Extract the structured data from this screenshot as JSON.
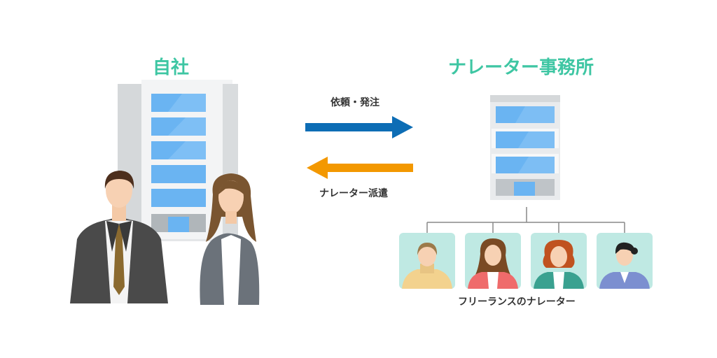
{
  "left": {
    "title": "自社"
  },
  "right": {
    "title": "ナレーター事務所"
  },
  "arrows": {
    "request_label": "依頼・発注",
    "dispatch_label": "ナレーター派遣",
    "request_color": "#0d6db5",
    "dispatch_color": "#f39800"
  },
  "freelance": {
    "caption": "フリーランスのナレーター",
    "avatars": [
      {
        "name": "narrator-1"
      },
      {
        "name": "narrator-2"
      },
      {
        "name": "narrator-3"
      },
      {
        "name": "narrator-4"
      }
    ]
  },
  "colors": {
    "accent": "#3ec6a3",
    "card_bg": "#bfe9e3"
  }
}
